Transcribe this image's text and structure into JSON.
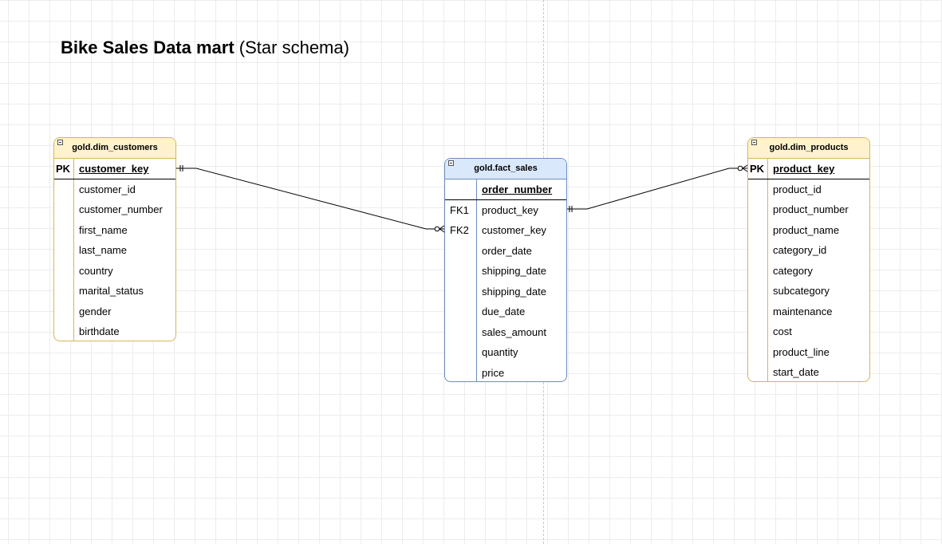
{
  "title": {
    "bold": "Bike Sales Data mart",
    "normal": "(Star schema)"
  },
  "entities": {
    "customers": {
      "name": "gold.dim_customers",
      "pk_label": "PK",
      "pk_field": "customer_key",
      "fields": [
        "customer_id",
        "customer_number",
        "first_name",
        "last_name",
        "country",
        "marital_status",
        "gender",
        "birthdate"
      ]
    },
    "fact": {
      "name": "gold.fact_sales",
      "pk_label": "",
      "pk_field": "order_number",
      "rows": [
        {
          "key": "FK1",
          "field": "product_key"
        },
        {
          "key": "FK2",
          "field": "customer_key"
        },
        {
          "key": "",
          "field": "order_date"
        },
        {
          "key": "",
          "field": "shipping_date"
        },
        {
          "key": "",
          "field": "shipping_date"
        },
        {
          "key": "",
          "field": "due_date"
        },
        {
          "key": "",
          "field": "sales_amount"
        },
        {
          "key": "",
          "field": "quantity"
        },
        {
          "key": "",
          "field": "price"
        }
      ]
    },
    "products": {
      "name": "gold.dim_products",
      "pk_label": "PK",
      "pk_field": "product_key",
      "fields": [
        "product_id",
        "product_number",
        "product_name",
        "category_id",
        "category",
        "subcategory",
        "maintenance",
        "cost",
        "product_line",
        "start_date"
      ]
    }
  },
  "relationships": [
    {
      "from": "gold.dim_customers.customer_key",
      "to": "gold.fact_sales.customer_key",
      "from_end": "one-mandatory",
      "to_end": "zero-or-many"
    },
    {
      "from": "gold.fact_sales.product_key",
      "to": "gold.dim_products.product_key",
      "from_end": "one-mandatory",
      "to_end": "zero-or-many"
    }
  ],
  "colors": {
    "dim_header": "#fff2cc",
    "dim_border": "#d6b656",
    "fact_header": "#dae8fc",
    "fact_border": "#6c8ebf"
  }
}
